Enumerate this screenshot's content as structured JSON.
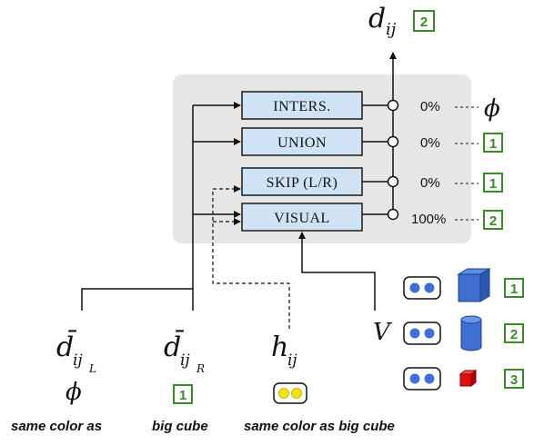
{
  "output": {
    "symbol": "d",
    "subscript": "ij",
    "badge": "2"
  },
  "operations": [
    {
      "label": "INTERS.",
      "percent": "0%",
      "result": "ϕ",
      "result_badge": ""
    },
    {
      "label": "UNION",
      "percent": "0%",
      "result": "",
      "result_badge": "1"
    },
    {
      "label": "SKIP (L/R)",
      "percent": "0%",
      "result": "",
      "result_badge": "1"
    },
    {
      "label": "VISUAL",
      "percent": "100%",
      "result": "",
      "result_badge": "2"
    }
  ],
  "inputs": {
    "left": {
      "symbol": "d̄",
      "subscript": "ij",
      "subsub": "L",
      "value": "ϕ",
      "caption": "same color as"
    },
    "right": {
      "symbol": "d̄",
      "subscript": "ij",
      "subsub": "R",
      "badge": "1",
      "caption": "big cube"
    },
    "hidden": {
      "symbol": "h",
      "subscript": "ij",
      "caption": "same color as big cube",
      "dot_color": "#f2e600"
    }
  },
  "visual_input": {
    "symbol": "V"
  },
  "objects": [
    {
      "shape": "cube",
      "color": "#3f6fd0",
      "badge": "1",
      "dot_color": "#3f6fd0"
    },
    {
      "shape": "cylinder",
      "color": "#3f6fd0",
      "badge": "2",
      "dot_color": "#3f6fd0"
    },
    {
      "shape": "small-cube",
      "color": "#e01010",
      "badge": "3",
      "dot_color": "#3f6fd0"
    }
  ],
  "colors": {
    "panel": "#e6e6e6",
    "op_box": "#cfe3f5",
    "op_border": "#1a1a1a",
    "badge_border": "#3a8a2a",
    "badge_text": "#3a8a2a"
  }
}
